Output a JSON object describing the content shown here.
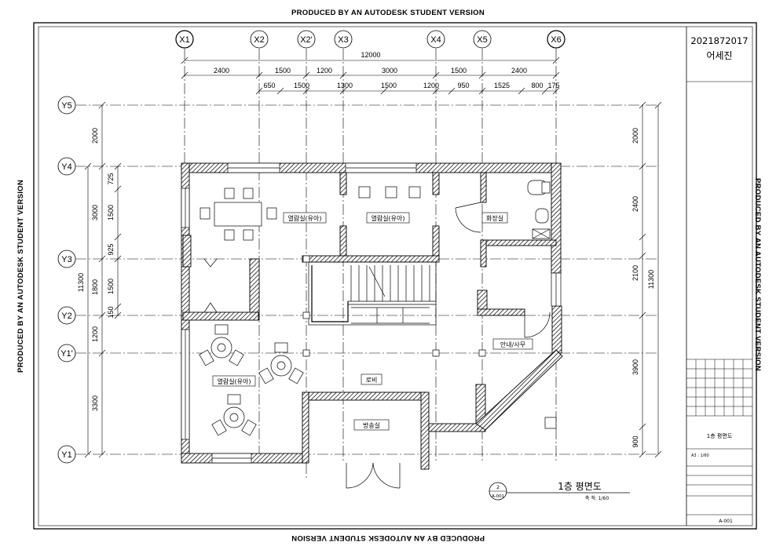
{
  "watermark": "PRODUCED BY AN AUTODESK STUDENT VERSION",
  "grid_x": [
    "X1",
    "X2",
    "X2'",
    "X3",
    "X4",
    "X5",
    "X6"
  ],
  "grid_y": [
    "Y5",
    "Y4",
    "Y3",
    "Y2",
    "Y1'",
    "Y1"
  ],
  "dims_top_total": "12000",
  "dims_top_row1": [
    "2400",
    "1500",
    "1200",
    "3000",
    "1500",
    "2400"
  ],
  "dims_top_row2": [
    "650",
    "1500",
    "1300",
    "1500",
    "1200",
    "950",
    "1525",
    "800",
    "175"
  ],
  "dims_left_outer": [
    "2000",
    "3000",
    "1800",
    "1200",
    "3300"
  ],
  "dims_left_inner": [
    "725",
    "1500",
    "925",
    "1500",
    "150"
  ],
  "dims_left_total": "11300",
  "dims_right": [
    "2000",
    "2400",
    "2100",
    "3900",
    "900"
  ],
  "dims_right_total": "11300",
  "rooms": {
    "reading_1": "열람실(유아)",
    "reading_2": "열람실(유아)",
    "restroom": "화장실",
    "info": "안내/사무",
    "reading_3": "열람실(유아)",
    "lobby": "로비",
    "broadcast": "방송실"
  },
  "plan_title": "1층 평면도",
  "plan_scale": "축 척: 1/60",
  "section_marker": {
    "num": "2",
    "sheet": "A-001"
  },
  "title_block": {
    "student_id": "2021872017",
    "student_name": "어세진",
    "drawing_name": "1층 평면도",
    "scale": "A3 : 1/60",
    "sheet_no": "A-001"
  }
}
